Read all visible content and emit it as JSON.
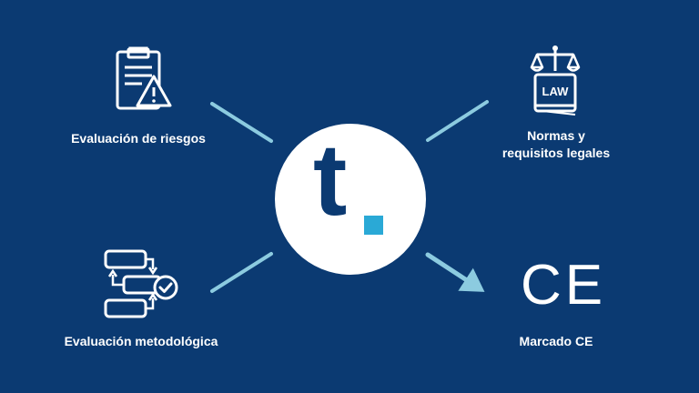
{
  "colors": {
    "background": "#0b3a72",
    "connector": "#8ccbe0",
    "logo_text": "#0b3a72",
    "logo_accent": "#2aa9d6",
    "foreground": "#ffffff"
  },
  "center": {
    "logo_letter": "t",
    "logo_mark": "square-dot"
  },
  "nodes": {
    "risk": {
      "label": "Evaluación de riesgos",
      "icon": "clipboard-warning-icon"
    },
    "legal": {
      "label_line1": "Normas y",
      "label_line2": "requisitos legales",
      "icon": "law-scale-book-icon"
    },
    "method": {
      "label": "Evaluación metodológica",
      "icon": "process-flow-check-icon"
    },
    "ce": {
      "label": "Marcado CE",
      "mark": "CE",
      "icon": "ce-mark-icon"
    }
  }
}
